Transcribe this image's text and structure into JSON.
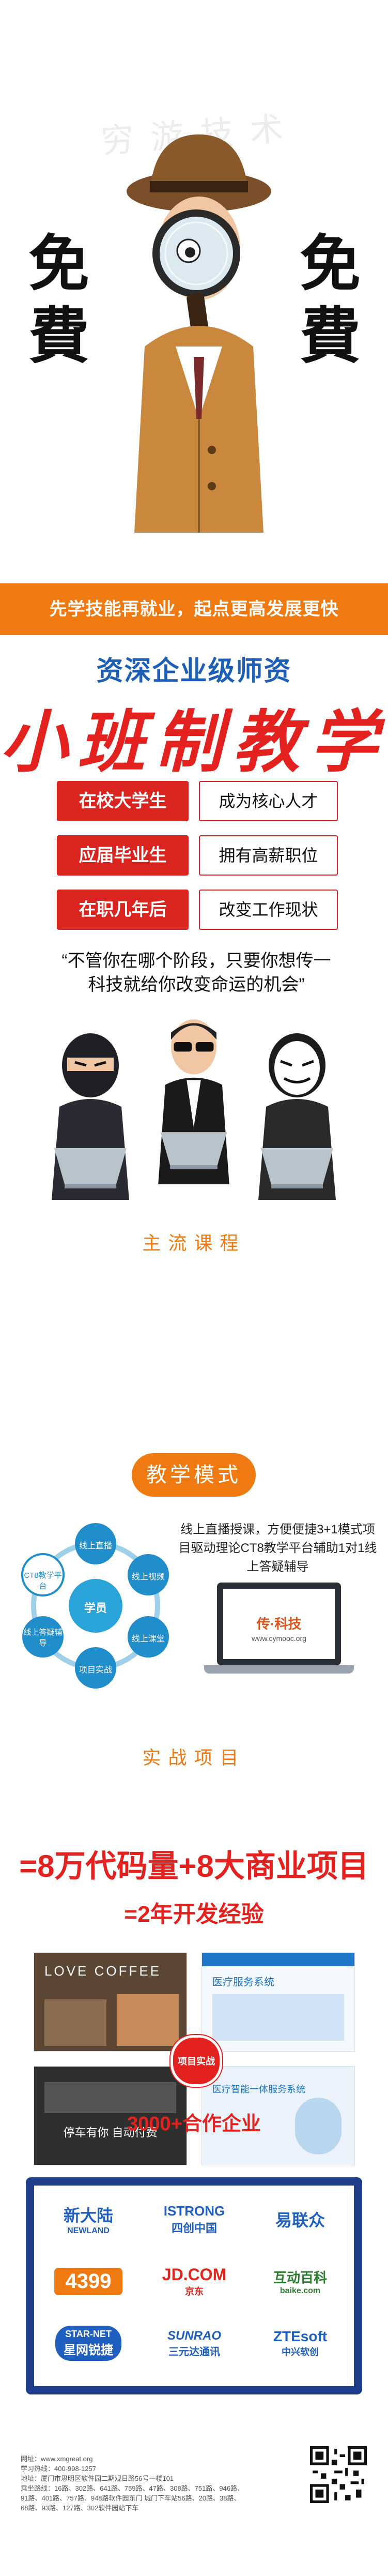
{
  "hero": {
    "brush_text": "穷 游 技 术 传 教",
    "left_chars": [
      "免",
      "費"
    ],
    "right_chars": [
      "免",
      "費"
    ]
  },
  "banner": {
    "text": "先学技能再就业，起点更高发展更快"
  },
  "intro": {
    "title_blue": "资深企业级师资",
    "title_script": "小班制教学",
    "rows": [
      {
        "tag": "在校大学生",
        "desc": "成为核心人才"
      },
      {
        "tag": "应届毕业生",
        "desc": "拥有高薪职位"
      },
      {
        "tag": "在职几年后",
        "desc": "改变工作现状"
      }
    ],
    "quote": "“不管你在哪个阶段，只要你想传一科技就给你改变命运的机会”"
  },
  "sections": {
    "main_courses": "主流课程",
    "teaching_mode": "教学模式",
    "projects": "实战项目"
  },
  "teaching": {
    "hub": "学员",
    "nodes": [
      "线上直播",
      "线上视频",
      "线上课堂",
      "项目实战",
      "线上答疑辅导",
      "CT8教学平台"
    ],
    "description": "线上直播授课，方便便捷3+1模式项目驱动理论CT8教学平台辅助1对1线上答疑辅导",
    "laptop_logo": "传·科技",
    "laptop_url": "www.cymooc.org"
  },
  "projects": {
    "headline": "=8万代码量+8大商业项目",
    "sub": "=2年开发经验",
    "badge": "项目实战",
    "shots": [
      "LOVE COFFEE",
      "医疗服务系统",
      "停车有你 自动付费",
      "医疗智能一体服务系统"
    ]
  },
  "partners": {
    "title": "3000+合作企业",
    "logos": [
      {
        "name": "新大陆",
        "sub": "NEWLAND",
        "color": "#1e5fbf"
      },
      {
        "name": "ISTRONG",
        "sub": "四创中国",
        "color": "#1e5fbf"
      },
      {
        "name": "易联众",
        "sub": "",
        "color": "#1e5fbf"
      },
      {
        "name": "4399",
        "sub": "",
        "color": "#ffffff"
      },
      {
        "name": "JD.COM",
        "sub": "京东",
        "color": "#e1251b"
      },
      {
        "name": "互动百科",
        "sub": "baike.com",
        "color": "#2e7d32"
      },
      {
        "name": "STAR-NET",
        "sub": "星网锐捷",
        "color": "#ffffff"
      },
      {
        "name": "SUNRAO",
        "sub": "三元达通讯",
        "color": "#1e5fbf"
      },
      {
        "name": "ZTEsoft",
        "sub": "中兴软创",
        "color": "#1e5fbf"
      }
    ]
  },
  "footer": {
    "lines": [
      "网址：www.xmgreat.org",
      "学习热线：400-998-1257",
      "地址：厦门市思明区软件园二期观日路56号一楼101",
      "乘坐路线：16路、302路、641路、759路、47路、308路、751路、946路、",
      "91路、401路、757路、948路软件园东门 城门下车站56路、20路、38路、",
      "68路、93路、127路、302软件园站下车"
    ]
  }
}
